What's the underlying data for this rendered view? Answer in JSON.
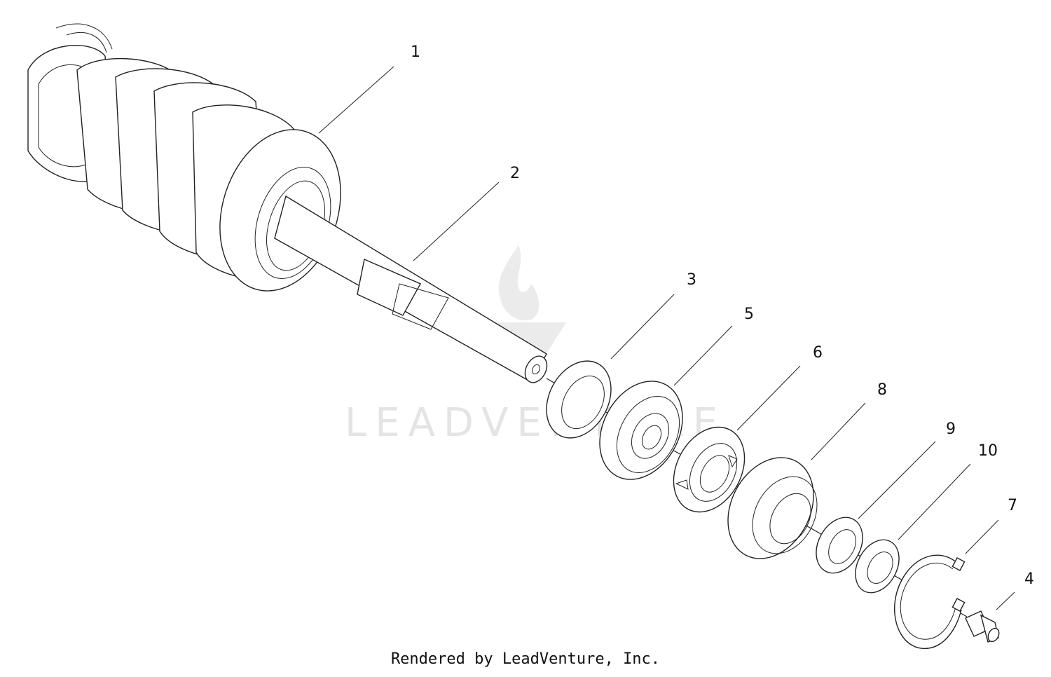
{
  "diagram": {
    "callouts": [
      {
        "id": "1",
        "label": "1"
      },
      {
        "id": "2",
        "label": "2"
      },
      {
        "id": "3",
        "label": "3"
      },
      {
        "id": "5",
        "label": "5"
      },
      {
        "id": "6",
        "label": "6"
      },
      {
        "id": "8",
        "label": "8"
      },
      {
        "id": "9",
        "label": "9"
      },
      {
        "id": "10",
        "label": "10"
      },
      {
        "id": "7",
        "label": "7"
      },
      {
        "id": "4",
        "label": "4"
      }
    ]
  },
  "watermark": {
    "text": "LEADVENTURE",
    "icon": "flame-logo-icon"
  },
  "footer": {
    "text": "Rendered by LeadVenture, Inc."
  }
}
